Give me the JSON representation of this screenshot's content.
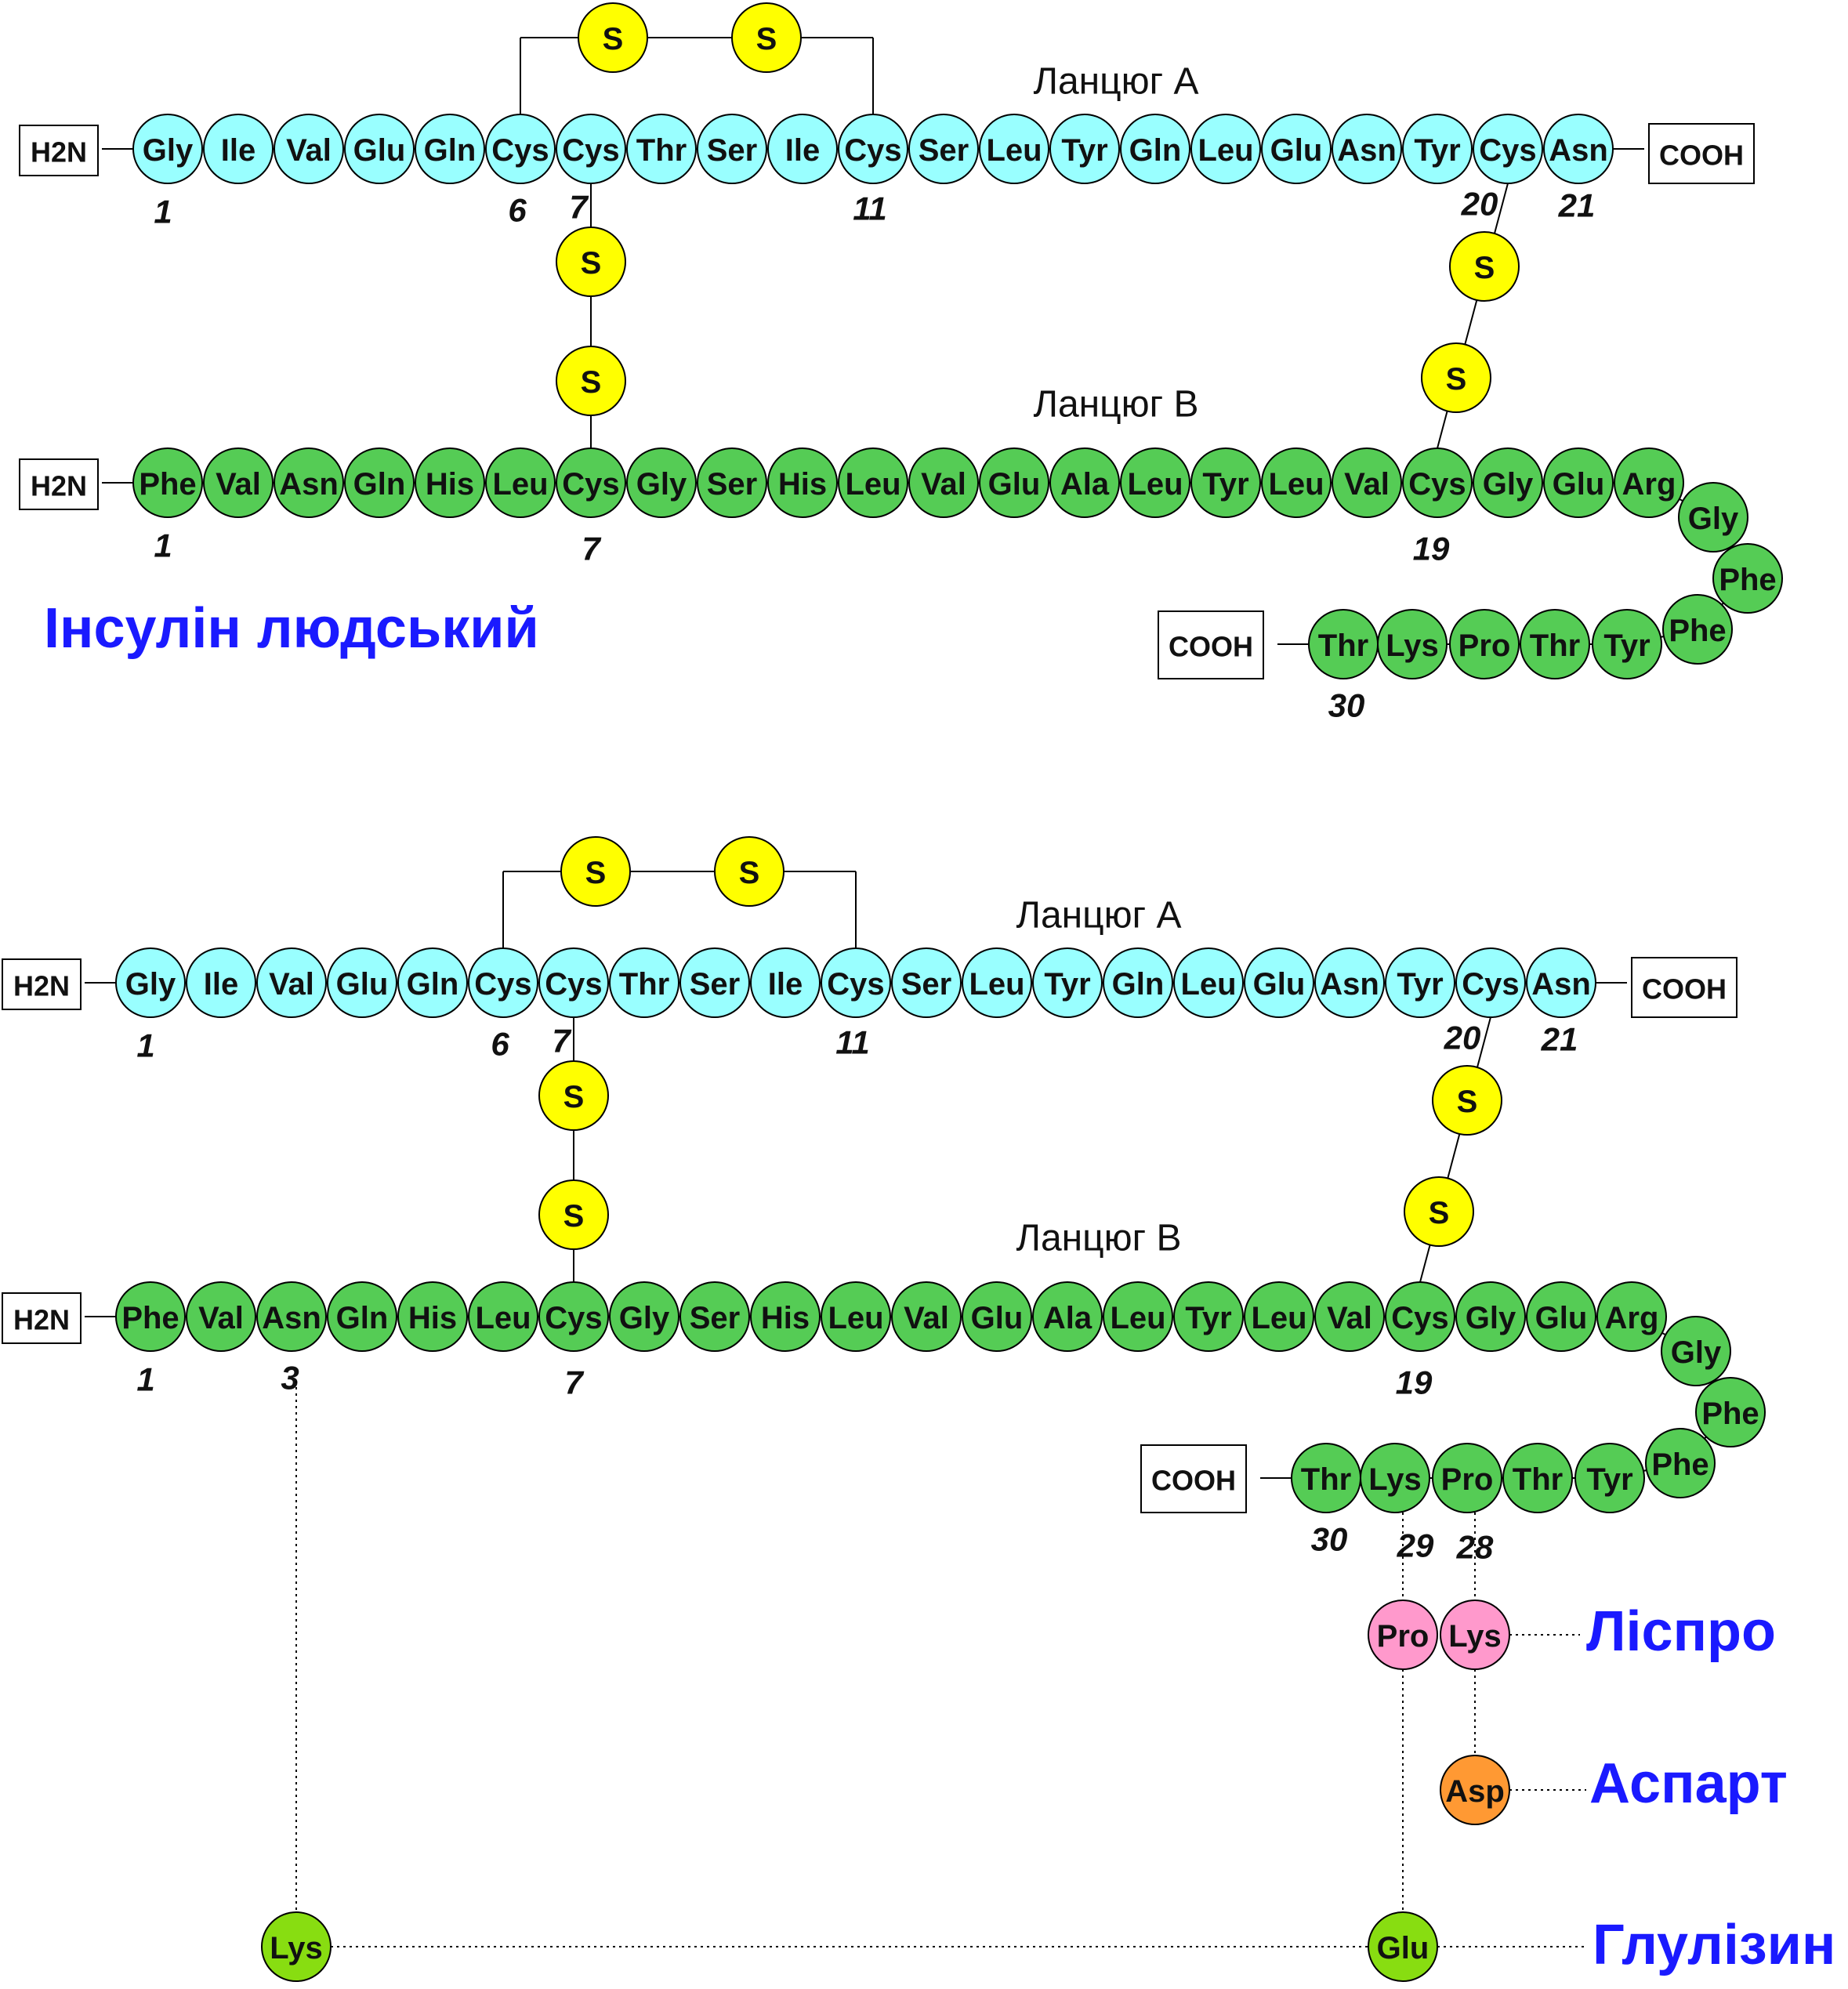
{
  "colors": {
    "chainA": "#99ffff",
    "chainB": "#55cc55",
    "sulfur": "#ffff00",
    "lispro": "#ff99cc",
    "aspart": "#ff9933",
    "glulisine": "#88dd11",
    "title": "#1a1aff"
  },
  "title": "Інсулін людський",
  "chainA_label": "Ланцюг A",
  "chainB_label": "Ланцюг B",
  "terminals": {
    "n": "H2N",
    "c": "COOH"
  },
  "sulfur_label": "S",
  "chainA": [
    "Gly",
    "Ile",
    "Val",
    "Glu",
    "Gln",
    "Cys",
    "Cys",
    "Thr",
    "Ser",
    "Ile",
    "Cys",
    "Ser",
    "Leu",
    "Tyr",
    "Gln",
    "Leu",
    "Glu",
    "Asn",
    "Tyr",
    "Cys",
    "Asn"
  ],
  "chainB": [
    "Phe",
    "Val",
    "Asn",
    "Gln",
    "His",
    "Leu",
    "Cys",
    "Gly",
    "Ser",
    "His",
    "Leu",
    "Val",
    "Glu",
    "Ala",
    "Leu",
    "Tyr",
    "Leu",
    "Val",
    "Cys",
    "Gly",
    "Glu",
    "Arg",
    "Gly",
    "Phe",
    "Phe",
    "Tyr",
    "Thr",
    "Pro",
    "Lys",
    "Thr"
  ],
  "numbers": {
    "a1": "1",
    "a6": "6",
    "a7": "7",
    "a11": "11",
    "a20": "20",
    "a21": "21",
    "b1": "1",
    "b3": "3",
    "b7": "7",
    "b19": "19",
    "b28": "28",
    "b29": "29",
    "b30": "30"
  },
  "analogs": {
    "lispro": {
      "label": "Лiспро",
      "pos28": "Lys",
      "pos29": "Pro"
    },
    "aspart": {
      "label": "Аспарт",
      "pos28": "Asp"
    },
    "glulisine": {
      "label": "Глулiзин",
      "pos3": "Lys",
      "pos29": "Glu"
    }
  }
}
